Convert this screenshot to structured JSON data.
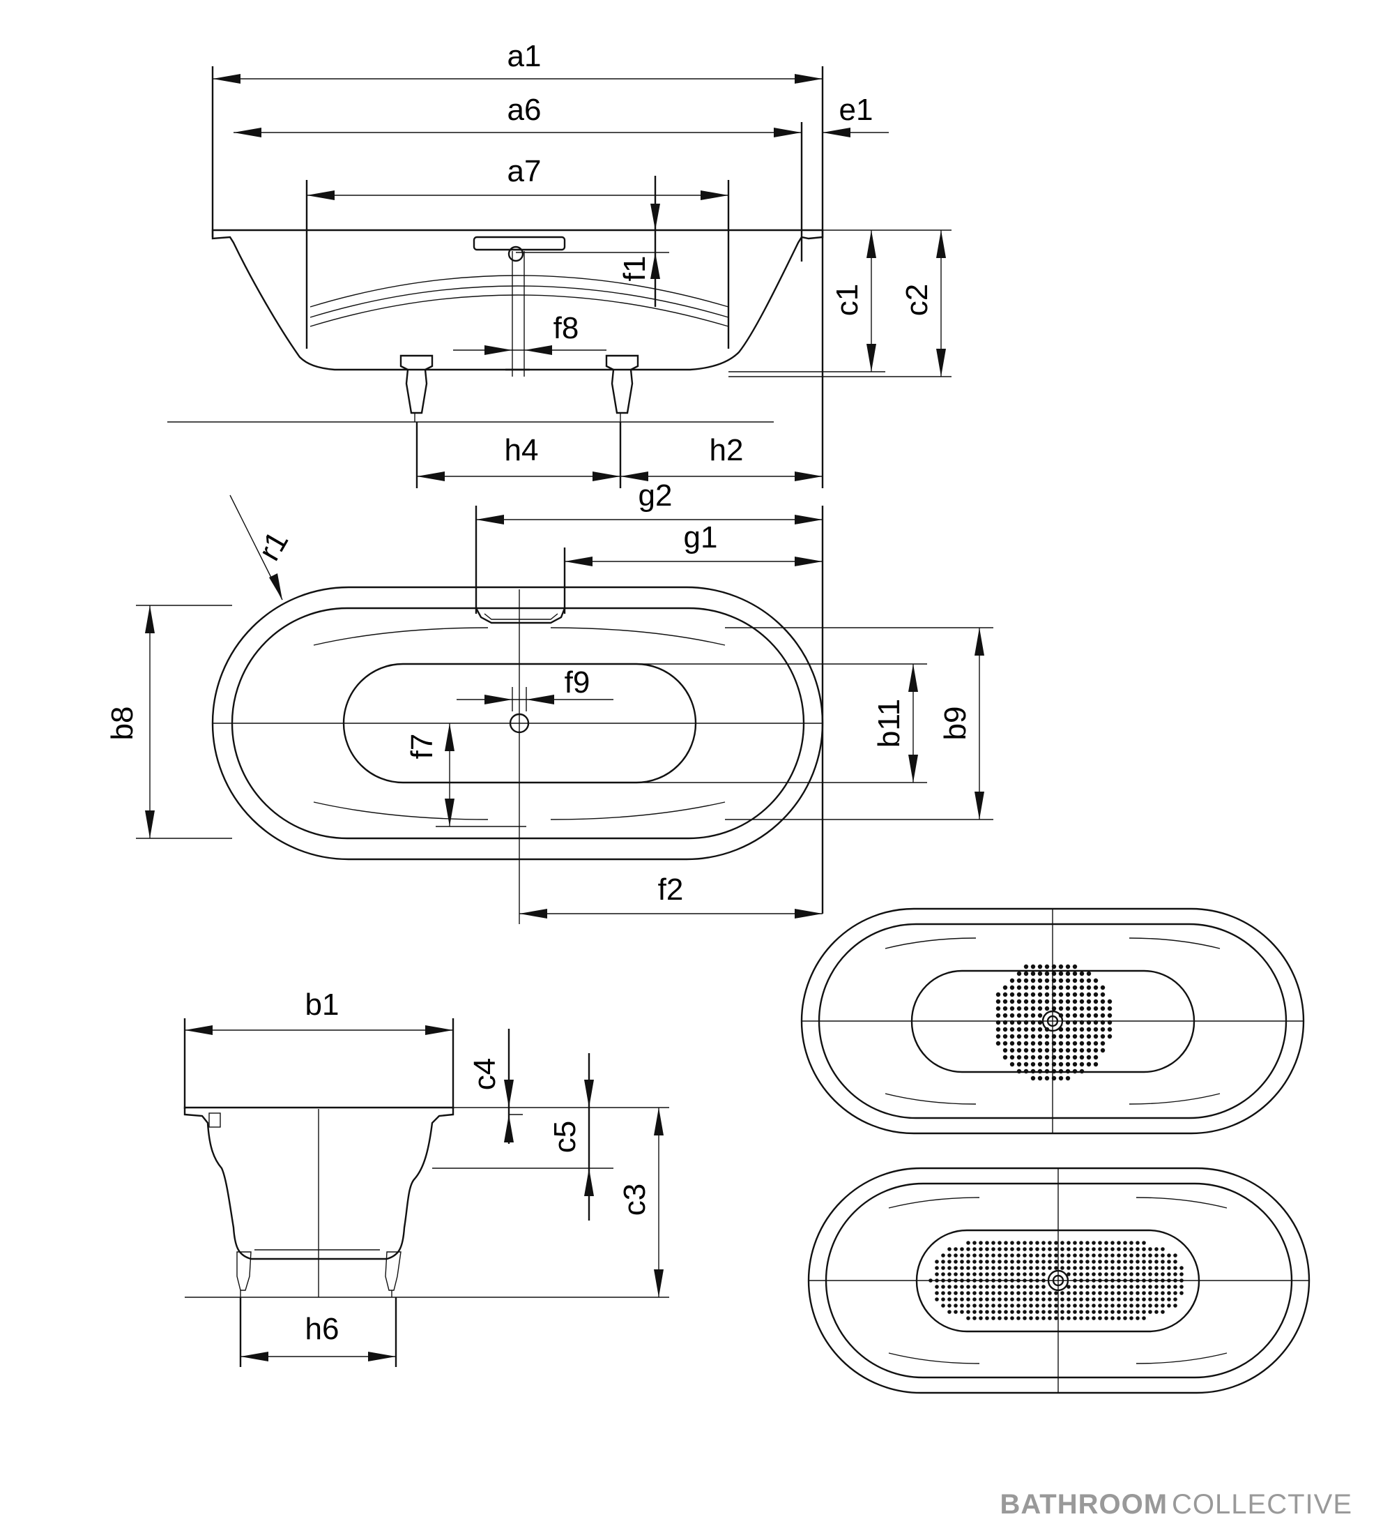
{
  "labels": {
    "a1": "a1",
    "a6": "a6",
    "e1": "e1",
    "a7": "a7",
    "f1": "f1",
    "c1": "c1",
    "c2": "c2",
    "f8": "f8",
    "h4": "h4",
    "h2": "h2",
    "g2": "g2",
    "r1": "r1",
    "g1": "g1",
    "b8": "b8",
    "f9": "f9",
    "b11": "b11",
    "b9": "b9",
    "f7": "f7",
    "f2": "f2",
    "b1": "b1",
    "c4": "c4",
    "c5": "c5",
    "c3": "c3",
    "h6": "h6"
  },
  "brand": {
    "bold": "BATHROOM",
    "light": "COLLECTIVE",
    "color": "#999999"
  }
}
